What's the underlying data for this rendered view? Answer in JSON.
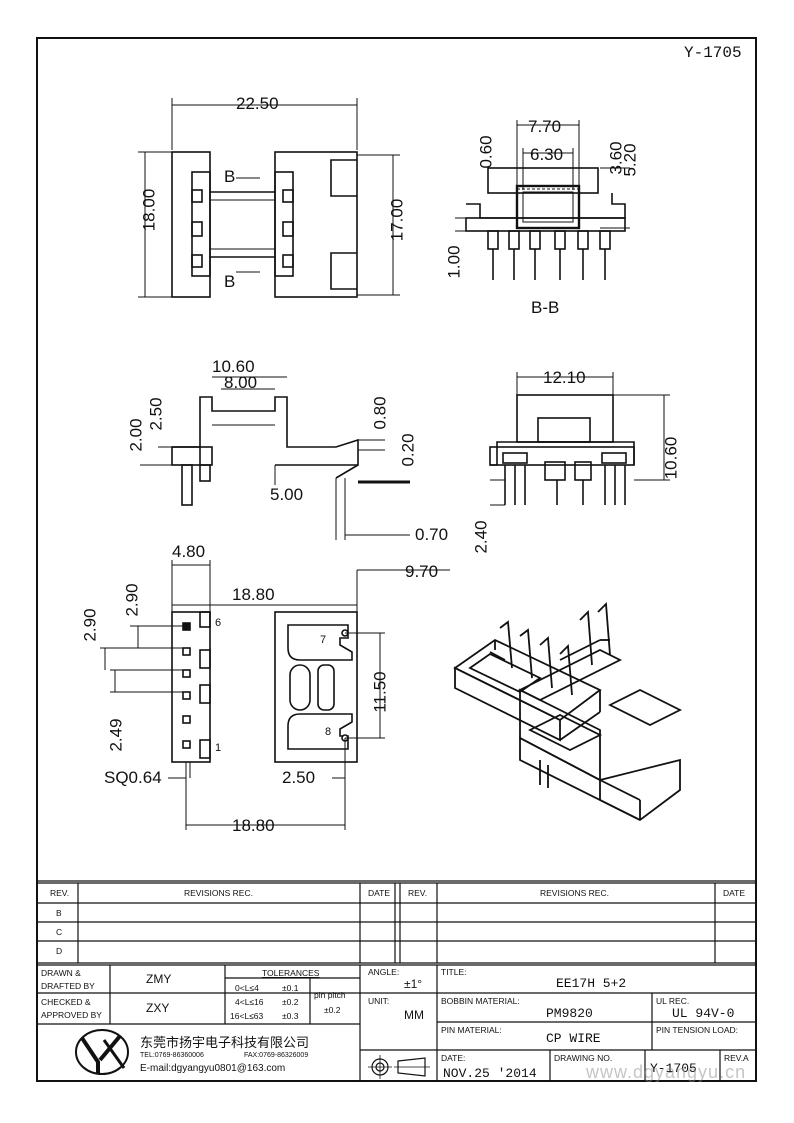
{
  "doc_number": "Y-1705",
  "dims": {
    "top_width": "22.50",
    "top_height": "18.00",
    "top_right_height": "17.00",
    "section_marker": "B",
    "bb_width_outer": "7.70",
    "bb_width_inner": "6.30",
    "bb_wall": "0.60",
    "bb_h1": "3.60",
    "bb_h2": "5.20",
    "bb_base": "1.00",
    "section_label": "B-B",
    "side_w1": "10.60",
    "side_w2": "8.00",
    "side_h1": "2.00",
    "side_h2": "2.50",
    "side_t1": "0.80",
    "side_t2": "0.20",
    "side_pin": "5.00",
    "side_pin_w": "0.70",
    "front_w": "12.10",
    "front_h": "10.60",
    "front_pin": "2.40",
    "bottom_top": "4.80",
    "bottom_right": "9.70",
    "bottom_span": "18.80",
    "bottom_pitch_a": "2.90",
    "bottom_pitch_b": "2.90",
    "bottom_pitch_c": "2.49",
    "bottom_slot": "11.50",
    "bottom_sq": "SQ0.64",
    "bottom_edge": "2.50",
    "bottom_total": "18.80",
    "pin6": "6",
    "pin1": "1",
    "pin7": "7",
    "pin8": "8"
  },
  "revisions": {
    "rev_header": "REV.",
    "rec_header": "REVISIONS   REC.",
    "date_header": "DATE",
    "rows": [
      "B",
      "C",
      "D"
    ]
  },
  "title_block": {
    "drawn_label": "DRAWN &\nDRAFTED BY",
    "drawn_value": "ZMY",
    "checked_label": "CHECKED &\nAPPROVED BY",
    "checked_value": "ZXY",
    "tolerances_label": "TOLERANCES",
    "tol_rows": [
      {
        "range": "0<L≤4",
        "val": "±0.1"
      },
      {
        "range": "4<L≤16",
        "val": "±0.2"
      },
      {
        "range": "16<L≤63",
        "val": "±0.3"
      }
    ],
    "pin_pitch_label": "pin pitch",
    "pin_pitch_val": "±0.2",
    "angle_label": "ANGLE:",
    "angle_value": "±1°",
    "unit_label": "UNIT:",
    "unit_value": "MM",
    "title_label": "TITLE:",
    "title_value": "EE17H 5+2",
    "bobbin_label": "BOBBIN MATERIAL:",
    "bobbin_value": "PM9820",
    "ul_label": "UL REC.",
    "ul_value": "UL 94V-0",
    "pin_material_label": "PIN MATERIAL:",
    "pin_material_value": "CP WIRE",
    "pin_tension_label": "PIN TENSION LOAD:",
    "date_label": "DATE:",
    "date_value": "NOV.25 '2014",
    "drawing_no_label": "DRAWING NO.",
    "drawing_no_value": "Y-1705",
    "rev_label": "REV.A",
    "company": "东莞市扬宇电子科技有限公司",
    "tel": "TEL:0769-86360006",
    "fax": "FAX:0769-86326009",
    "email": "E-mail:dgyangyu0801@163.com",
    "watermark": "www.dgyangyu.cn"
  }
}
